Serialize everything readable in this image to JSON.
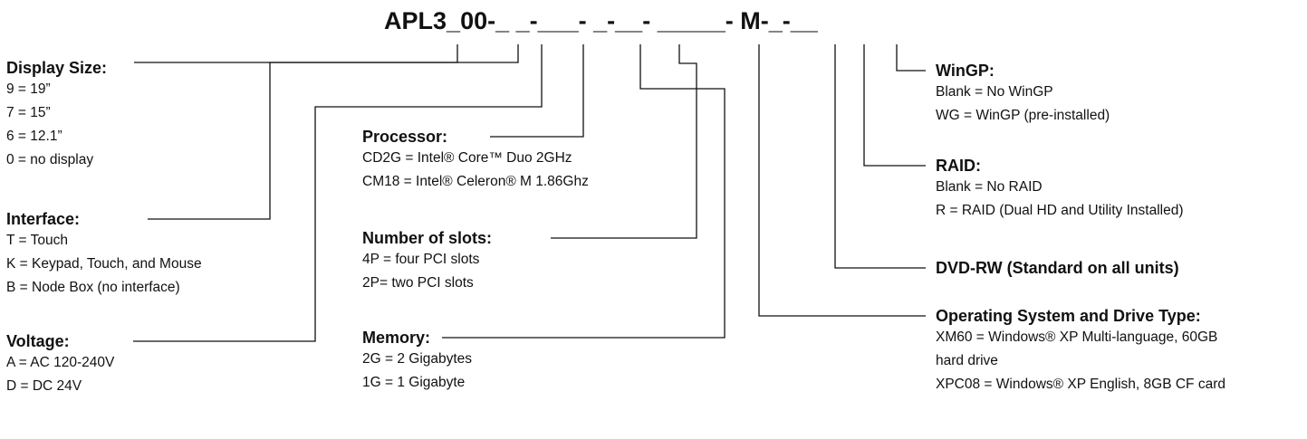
{
  "part_number": {
    "prefix": "APL3",
    "sep1": "_",
    "mid": "00-",
    "pattern": "_ _-___- _-__- _____- M-_-__"
  },
  "fields": {
    "display_size": {
      "heading": "Display Size:",
      "options": [
        "9 = 19”",
        "7 = 15”",
        "6 = 12.1”",
        "0 = no display"
      ]
    },
    "interface": {
      "heading": "Interface:",
      "options": [
        "T = Touch",
        "K = Keypad, Touch, and Mouse",
        "B = Node Box (no interface)"
      ]
    },
    "voltage": {
      "heading": "Voltage:",
      "options": [
        "A = AC 120-240V",
        "D = DC 24V"
      ]
    },
    "processor": {
      "heading": "Processor:",
      "options": [
        "CD2G = Intel® Core™ Duo 2GHz",
        "CM18 = Intel® Celeron® M 1.86Ghz"
      ]
    },
    "slots": {
      "heading": "Number of slots:",
      "options": [
        "4P = four PCI slots",
        "2P= two PCI slots"
      ]
    },
    "memory": {
      "heading": "Memory:",
      "options": [
        "2G = 2 Gigabytes",
        "1G = 1 Gigabyte"
      ]
    },
    "wingp": {
      "heading": "WinGP:",
      "options": [
        "Blank = No WinGP",
        "WG = WinGP (pre-installed)"
      ]
    },
    "raid": {
      "heading": "RAID:",
      "options": [
        "Blank = No RAID",
        "R = RAID (Dual HD and Utility Installed)"
      ]
    },
    "dvd": {
      "heading": "DVD-RW (Standard on all units)"
    },
    "os_drive": {
      "heading": "Operating System and Drive Type:",
      "options": [
        "XM60 = Windows® XP Multi-language, 60GB hard drive",
        "XPC08 = Windows® XP English, 8GB CF card"
      ]
    }
  }
}
